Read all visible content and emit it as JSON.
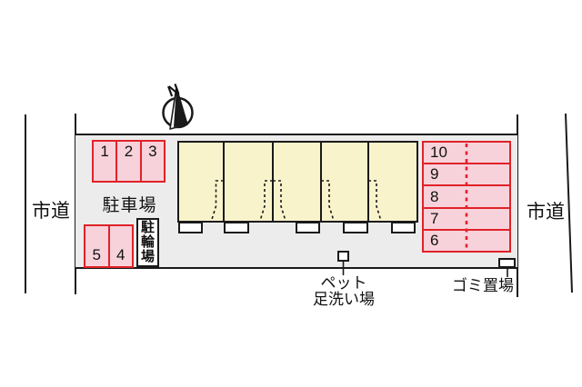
{
  "compass": {
    "north_label": "N"
  },
  "roads": {
    "left_label": "市道",
    "right_label": "市道"
  },
  "parking": {
    "lot_label": "駐車場",
    "top_block_spaces": [
      "1",
      "2",
      "3"
    ],
    "bottom_block_spaces": [
      "5",
      "4"
    ],
    "right_block_spaces": [
      "10",
      "9",
      "8",
      "7",
      "6"
    ]
  },
  "bicycle": {
    "label": "駐輪場",
    "chars": [
      "駐",
      "輪",
      "場"
    ]
  },
  "building": {
    "unit_count": 5
  },
  "annotations": {
    "pet_line1": "ペット",
    "pet_line2": "足洗い場",
    "garbage_label": "ゴミ置場"
  },
  "colors": {
    "site_fill": "#ececec",
    "building_fill": "#f9f3cb",
    "parking_fill": "#f7d2db",
    "accent_red": "#e02228",
    "line_black": "#1a1a1a"
  }
}
